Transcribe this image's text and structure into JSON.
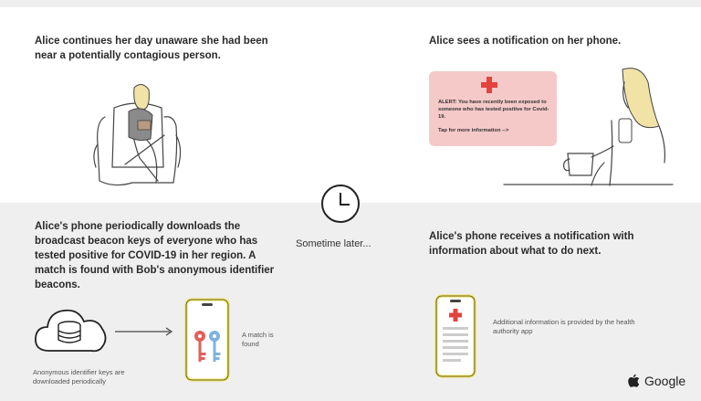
{
  "panels": {
    "top_left": {
      "text": "Alice continues her day unaware she had been near a potentially contagious person."
    },
    "top_right": {
      "text": "Alice sees a notification on her phone.",
      "alert_message": "ALERT: You have recently been exposed to someone who has tested positive for Covid-19.",
      "alert_tap": "Tap for more information -->"
    },
    "center": {
      "text": "Sometime later..."
    },
    "bottom_left": {
      "text": "Alice's phone periodically downloads the broadcast beacon keys of everyone who has tested positive for COVID-19 in her region. A match is found with Bob's anonymous identifier beacons.",
      "caption_keys": "Anonymous identifier keys are downloaded periodically",
      "caption_match": "A match is found"
    },
    "bottom_right": {
      "text": "Alice's phone receives a notification with information about what to do next.",
      "caption_info": "Additional information is provided by the health authority app"
    }
  },
  "branding": {
    "label": "Google",
    "logo_icon": "apple-logo-icon"
  },
  "colors": {
    "alert_background": "#f6c9c9",
    "cross_red": "#e2443c",
    "phone_yellow": "#f2e04a",
    "key_red": "#e0605a",
    "key_blue": "#7fb3dc"
  }
}
